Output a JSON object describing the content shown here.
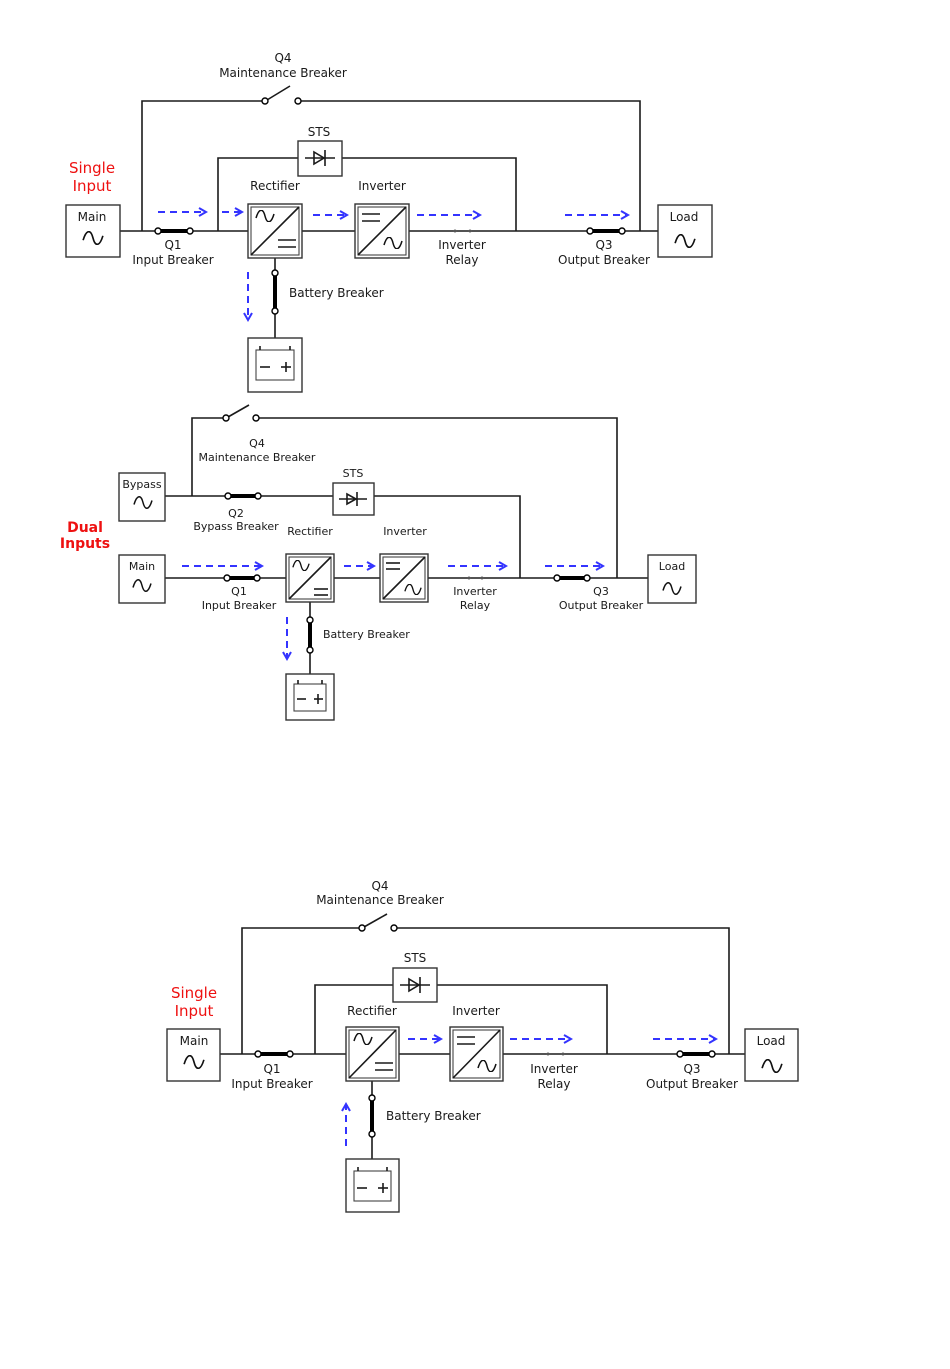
{
  "diagram1": {
    "mode_label": [
      "Single",
      "Input"
    ],
    "q4": "Q4",
    "maintenance": "Maintenance Breaker",
    "sts": "STS",
    "rectifier": "Rectifier",
    "inverter": "Inverter",
    "main": "Main",
    "load": "Load",
    "q1": "Q1",
    "input_breaker": "Input Breaker",
    "inverter_relay": [
      "Inverter",
      "Relay"
    ],
    "q3": "Q3",
    "output_breaker": "Output Breaker",
    "battery_breaker": "Battery Breaker"
  },
  "diagram2": {
    "mode_label": [
      "Dual",
      "Inputs"
    ],
    "q4": "Q4",
    "maintenance": "Maintenance Breaker",
    "bypass": "Bypass",
    "q2": "Q2",
    "bypass_breaker": "Bypass Breaker",
    "sts": "STS",
    "rectifier": "Rectifier",
    "inverter": "Inverter",
    "main": "Main",
    "load": "Load",
    "q1": "Q1",
    "input_breaker": "Input Breaker",
    "inverter_relay": [
      "Inverter",
      "Relay"
    ],
    "q3": "Q3",
    "output_breaker": "Output Breaker",
    "battery_breaker": "Battery Breaker"
  },
  "diagram3": {
    "mode_label": [
      "Single",
      "Input"
    ],
    "q4": "Q4",
    "maintenance": "Maintenance Breaker",
    "sts": "STS",
    "rectifier": "Rectifier",
    "inverter": "Inverter",
    "main": "Main",
    "load": "Load",
    "q1": "Q1",
    "input_breaker": "Input Breaker",
    "inverter_relay": [
      "Inverter",
      "Relay"
    ],
    "q3": "Q3",
    "output_breaker": "Output Breaker",
    "battery_breaker": "Battery Breaker"
  }
}
